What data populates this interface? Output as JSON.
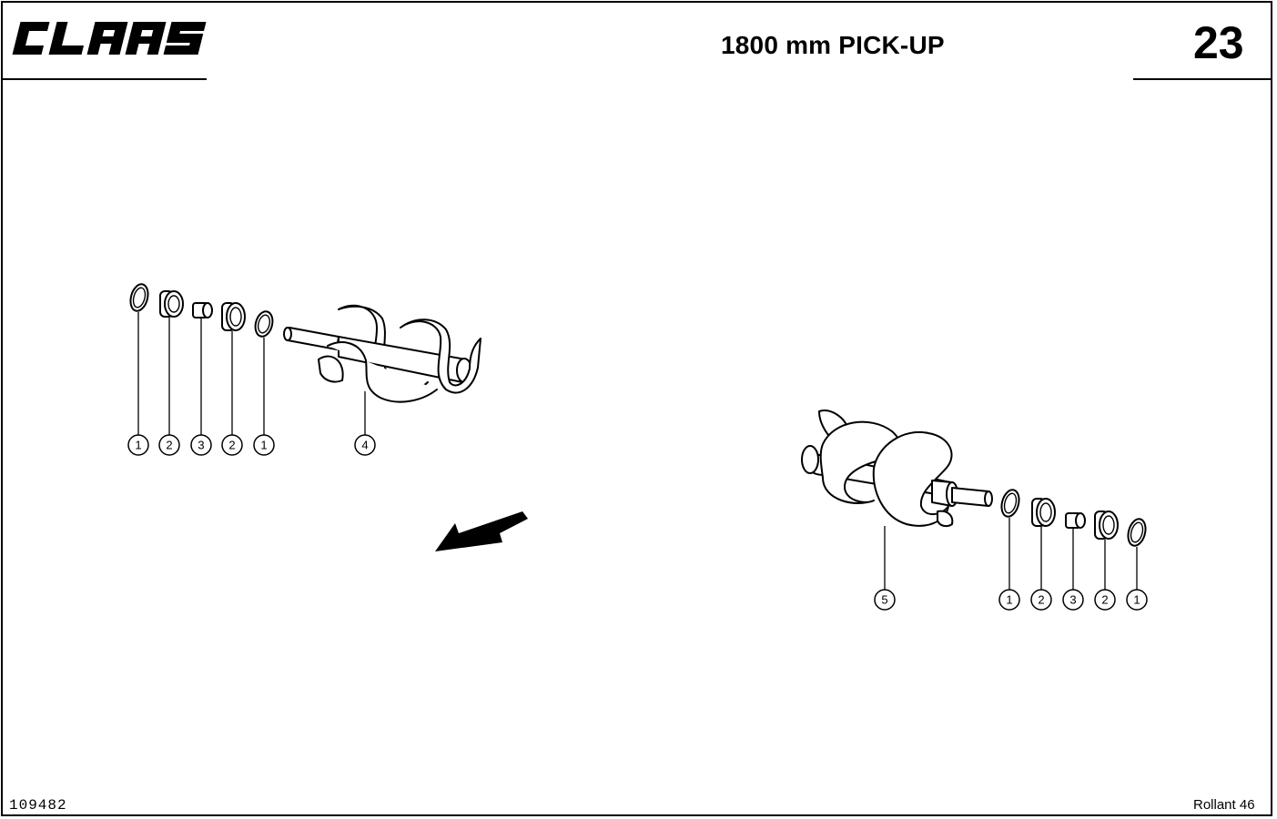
{
  "header": {
    "brand": "CLAAS",
    "title": "1800 mm PICK-UP",
    "page_number": "23"
  },
  "footer": {
    "doc_number": "109482",
    "model": "Rollant 46"
  },
  "diagram": {
    "left_assembly": {
      "callouts": [
        "1",
        "2",
        "3",
        "2",
        "1",
        "4"
      ]
    },
    "right_assembly": {
      "callouts": [
        "5",
        "1",
        "2",
        "3",
        "2",
        "1"
      ]
    },
    "direction_arrow": "arrow-icon"
  }
}
